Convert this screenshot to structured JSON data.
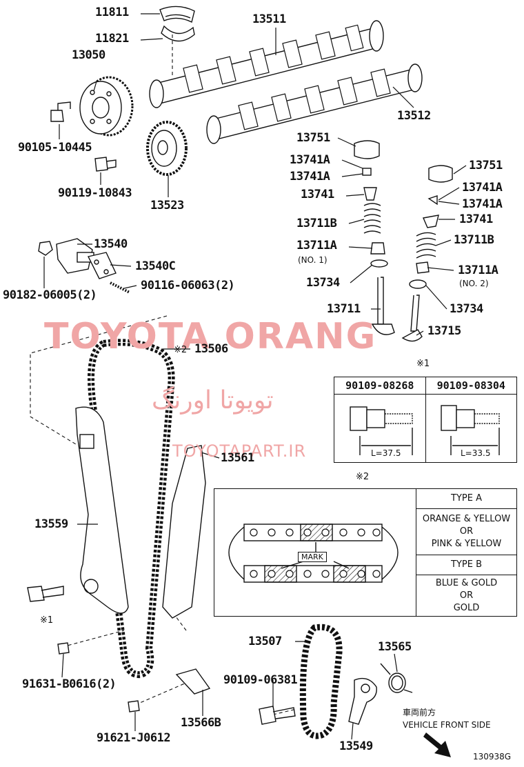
{
  "parts": {
    "p11811": "11811",
    "p11821": "11821",
    "p13050": "13050",
    "p13511": "13511",
    "p13512": "13512",
    "p90105": "90105-10445",
    "p90119": "90119-10843",
    "p13523": "13523",
    "p13751a": "13751",
    "p13741Aa": "13741A",
    "p13741Ab": "13741A",
    "p13741a": "13741",
    "p13711Ba": "13711B",
    "p13711Aa": "13711A",
    "no1": "(NO. 1)",
    "p13734a": "13734",
    "p13711": "13711",
    "p13751b": "13751",
    "p13741Ac": "13741A",
    "p13741Ad": "13741A",
    "p13741b": "13741",
    "p13711Bb": "13711B",
    "p13711Ab": "13711A",
    "no2": "(NO. 2)",
    "p13734b": "13734",
    "p13715": "13715",
    "p13540": "13540",
    "p13540C": "13540C",
    "p90182": "90182-06005(2)",
    "p90116": "90116-06063(2)",
    "p13506": "13506",
    "ref2a": "※2",
    "p13561": "13561",
    "p13559": "13559",
    "ref1a": "※1",
    "p91631": "91631-B0616(2)",
    "p13566B": "13566B",
    "p91621": "91621-J0612",
    "p13507": "13507",
    "p13565": "13565",
    "p90109": "90109-06381",
    "p13549": "13549"
  },
  "bolt_table": {
    "ref": "※1",
    "col1": "90109-08268",
    "col2": "90109-08304",
    "len1": "L=37.5",
    "len2": "L=33.5"
  },
  "mark_table": {
    "ref": "※2",
    "mark": "MARK",
    "type_a": "TYPE A",
    "a_l1": "ORANGE & YELLOW",
    "a_or": "OR",
    "a_l2": "PINK & YELLOW",
    "type_b": "TYPE B",
    "b_l1": "BLUE & GOLD",
    "b_or": "OR",
    "b_l2": "GOLD"
  },
  "front": {
    "jp": "車両前方",
    "en": "VEHICLE FRONT SIDE"
  },
  "code": "130938G",
  "watermark": {
    "brand": "TOYOTA ORANG",
    "farsi": "تویوتا اورنگ",
    "site": "TOYOTAPART.IR"
  }
}
